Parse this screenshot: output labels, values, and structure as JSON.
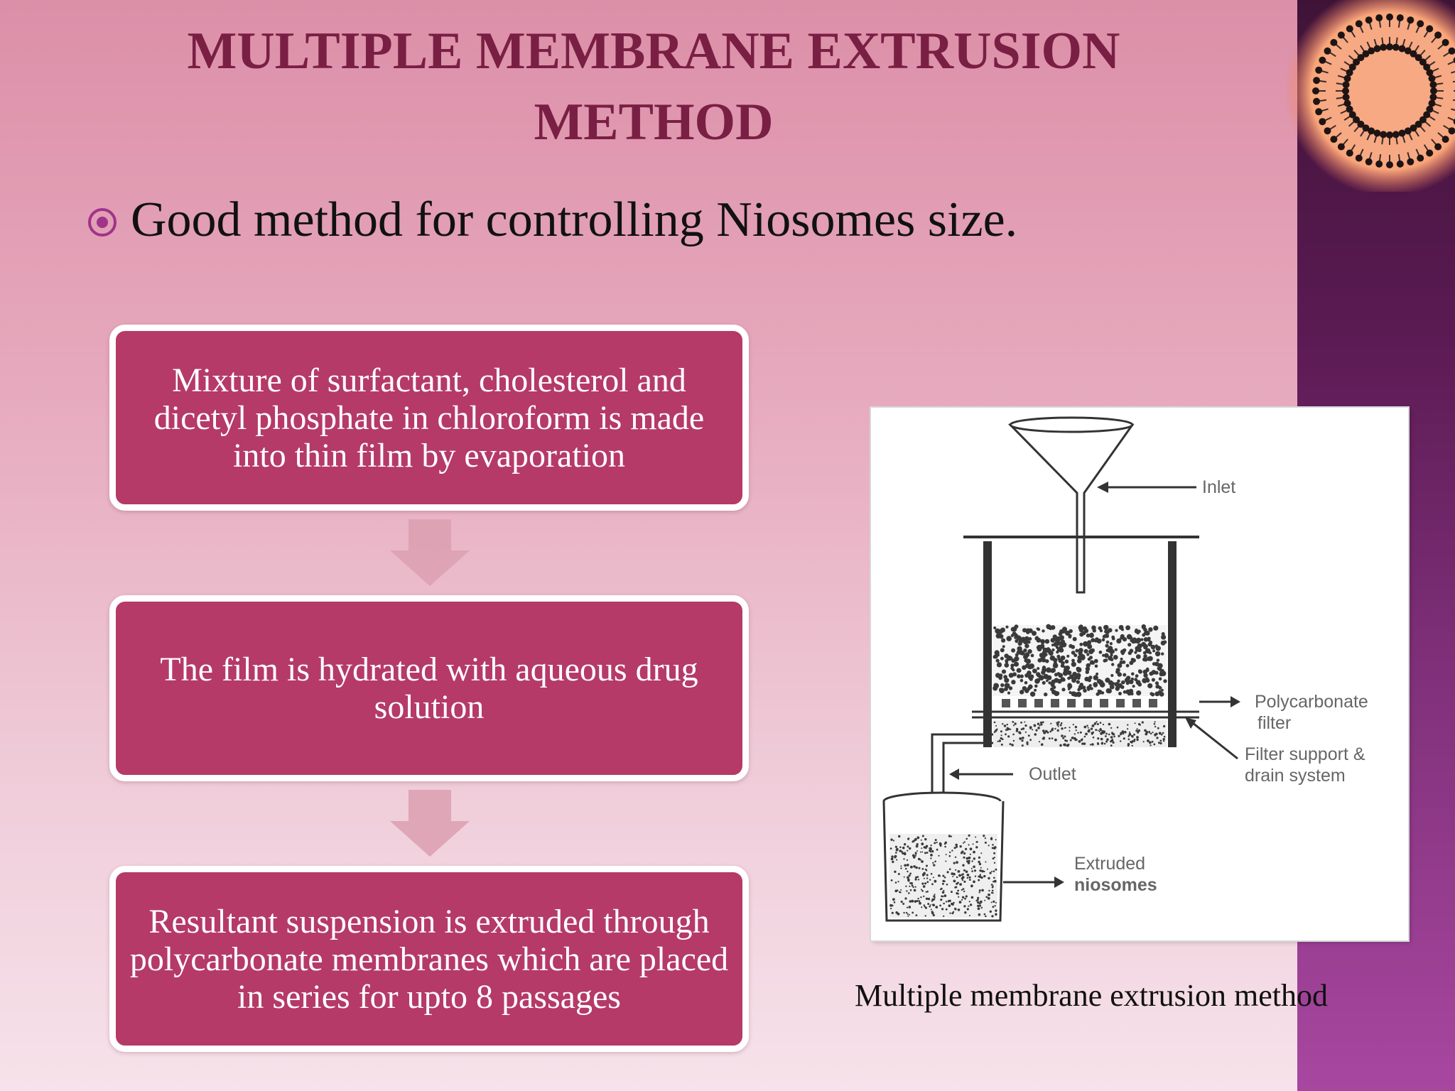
{
  "slide": {
    "title_line1": "MULTIPLE MEMBRANE EXTRUSION",
    "title_line2": "METHOD",
    "bullet": "Good method for controlling Niosomes size."
  },
  "flow": {
    "steps": [
      {
        "text": "Mixture of surfactant, cholesterol and dicetyl phosphate in chloroform is made into thin film by evaporation"
      },
      {
        "text": "The film is hydrated with aqueous drug solution"
      },
      {
        "text": "Resultant suspension is extruded through polycarbonate membranes which are placed in series for upto 8 passages"
      }
    ]
  },
  "figure": {
    "caption": "Multiple membrane extrusion method",
    "labels": {
      "inlet": "Inlet",
      "filter_line1": "Polycarbonate",
      "filter_line2": "filter",
      "support_line1": "Filter support &",
      "support_line2": "drain system",
      "outlet": "Outlet",
      "extruded_line1": "Extruded",
      "extruded_line2": "niosomes"
    }
  },
  "colors": {
    "title": "#7a1f44",
    "step_fill": "#b53a67",
    "step_border": "#ffffff",
    "bullet": "#a0338a",
    "side_bar": "#5a1a52"
  },
  "icons": [
    "bullet-circle-icon",
    "down-arrow-icon",
    "liposome-logo-icon"
  ]
}
